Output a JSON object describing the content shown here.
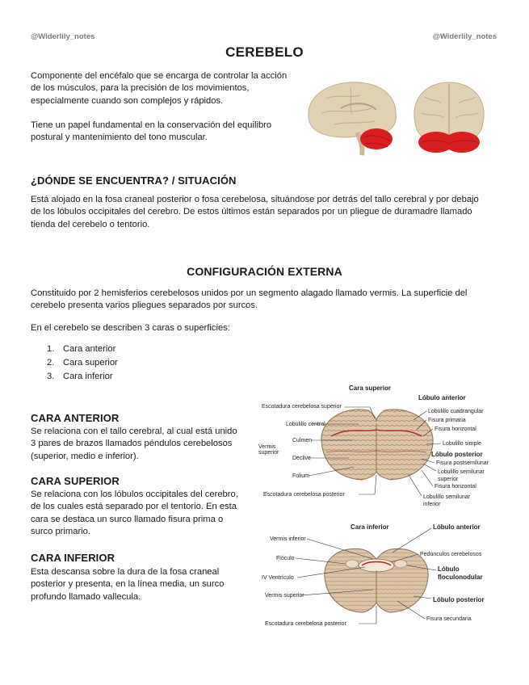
{
  "header": {
    "handle_left": "@Widerlily_notes",
    "handle_right": "@Widerlily_notes"
  },
  "title": "CEREBELO",
  "intro": {
    "p1_lines": [
      "Componente del encéfalo que se encarga de controlar la acción",
      "de los músculos, para la precisión de los movimientos,",
      "especialmente cuando son complejos y rápidos."
    ],
    "p2_lines": [
      "Tiene un papel fundamental en la conservación del equilibro",
      "postural y mantenimiento del tono muscular."
    ]
  },
  "location": {
    "heading": "¿DÓNDE SE ENCUENTRA? / SITUACIÓN",
    "lines": [
      "Está alojado en la fosa craneal posterior o fosa cerebelosa, situándose por detrás del tallo cerebral y por debajo",
      "de los lóbulos occipitales del cerebro. De estos últimos están separados por un pliegue de duramadre llamado",
      "tienda del cerebelo o tentorio."
    ]
  },
  "external": {
    "heading": "CONFIGURACIÓN EXTERNA",
    "p1_lines": [
      "Constituido por 2 hemisferios cerebelosos unidos por un segmento alagado llamado vermis. La superficie del",
      "cerebelo presenta varios pliegues separados por surcos."
    ],
    "p2": "En el cerebelo se describen 3 caras o superficies:",
    "list": [
      {
        "num": "1.",
        "text": "Cara anterior"
      },
      {
        "num": "2.",
        "text": "Cara superior"
      },
      {
        "num": "3.",
        "text": "Cara inferior"
      }
    ]
  },
  "faces": {
    "anterior": {
      "heading": "CARA ANTERIOR",
      "lines": [
        "Se relaciona con el tallo cerebral, al cual está unido",
        "3 pares de brazos llamados péndulos cerebelosos",
        "(superior, medio e inferior)."
      ]
    },
    "superior": {
      "heading": "CARA SUPERIOR",
      "lines": [
        "Se relaciona con los lóbulos occipitales del cerebro,",
        "de los cuales está separado por el tentorio. En esta",
        "cara se destaca un surco llamado fisura prima o",
        "surco primario."
      ]
    },
    "inferior": {
      "heading": "CARA INFERIOR",
      "lines": [
        "Esta descansa sobre la dura de la fosa craneal",
        "posterior y presenta, en la línea media, un surco",
        "profundo llamado vallecula."
      ]
    }
  },
  "figure_superior": {
    "title": "Cara superior",
    "labels": {
      "escotadura_sup": "Escotadura cerebelosa superior",
      "lobulillo_central": "Lobulillo central",
      "culmen": "Culmen",
      "vermis_superior": [
        "Vermis",
        "superior"
      ],
      "declive": "Declive",
      "folium": "Folium",
      "escotadura_post": "Escotadura cerebelosa posterior",
      "lobulo_anterior": "Lóbulo anterior",
      "lobulillo_cuadrangular": "Lobulillo cuadrangular",
      "fisura_primaria": "Fisura primaria",
      "fisura_horizontal_1": "Fisura horizontal",
      "lobulillo_simple": "Lobulillo simple",
      "lobulo_posterior": "Lóbulo posterior",
      "fisura_postsemilunar": "Fisura postsemilunar",
      "lobulillo_semilunar_sup": [
        "Lobulillo semilunar",
        "superior"
      ],
      "fisura_horizontal_2": "Fisura horizontal",
      "lobulillo_semilunar_inf": [
        "Lobulillo semilunar",
        "inferior"
      ]
    }
  },
  "figure_inferior": {
    "title": "Cara inferior",
    "labels": {
      "vermis_inferior": "Vermis inferior",
      "floculo": "Flóculo",
      "iv_ventriculo": "IV Ventrículo",
      "vermis_superior": "Vermis superior",
      "escotadura_post": "Escotadura cerebelosa posterior",
      "lobulo_anterior": "Lóbulo anterior",
      "pedunculos": "Pedúnculos cerebelosos",
      "lobulo_floculonodular": [
        "Lóbulo",
        "floculonodular"
      ],
      "lobulo_posterior": "Lóbulo posterior",
      "fisura_secundaria": "Fisura secundaria"
    }
  },
  "colors": {
    "cerebellum_highlight": "#d81e1e",
    "brain": "#e2d2b4",
    "tissue": "#d9c1a2"
  }
}
